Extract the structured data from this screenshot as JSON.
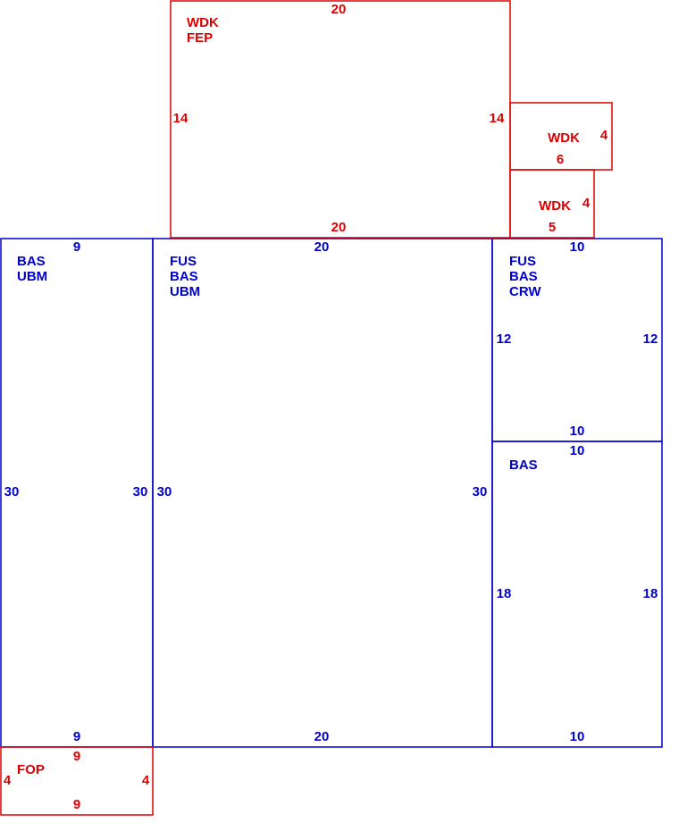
{
  "colors": {
    "main_structure": "#0000cc",
    "additions": "#dd0000",
    "background": "#ffffff"
  },
  "sections": [
    {
      "id": "wdk-fep-top",
      "kind": "addition",
      "labels": [
        "WDK",
        "FEP"
      ],
      "dimensions": {
        "top": "20",
        "bottom": "20",
        "left": "14",
        "right": "14"
      }
    },
    {
      "id": "wdk-upper-right",
      "kind": "addition",
      "labels": [
        "WDK"
      ],
      "dimensions": {
        "right": "4",
        "bottom": "6"
      }
    },
    {
      "id": "wdk-lower-right",
      "kind": "addition",
      "labels": [
        "WDK"
      ],
      "dimensions": {
        "right": "4",
        "bottom": "5"
      }
    },
    {
      "id": "bas-ubm-left",
      "kind": "main",
      "labels": [
        "BAS",
        "UBM"
      ],
      "dimensions": {
        "top": "9",
        "bottom": "9",
        "left": "30",
        "right": "30"
      }
    },
    {
      "id": "fus-bas-ubm-center",
      "kind": "main",
      "labels": [
        "FUS",
        "BAS",
        "UBM"
      ],
      "dimensions": {
        "top": "20",
        "bottom": "20",
        "left": "30",
        "right": "30"
      }
    },
    {
      "id": "fus-bas-crw-right",
      "kind": "main",
      "labels": [
        "FUS",
        "BAS",
        "CRW"
      ],
      "dimensions": {
        "top": "10",
        "bottom": "10",
        "left": "12",
        "right": "12"
      }
    },
    {
      "id": "bas-lower-right",
      "kind": "main",
      "labels": [
        "BAS"
      ],
      "dimensions": {
        "top": "10",
        "bottom": "10",
        "left": "18",
        "right": "18"
      }
    },
    {
      "id": "fop-bottom-left",
      "kind": "addition",
      "labels": [
        "FOP"
      ],
      "dimensions": {
        "top": "9",
        "bottom": "9",
        "left": "4",
        "right": "4"
      }
    }
  ]
}
